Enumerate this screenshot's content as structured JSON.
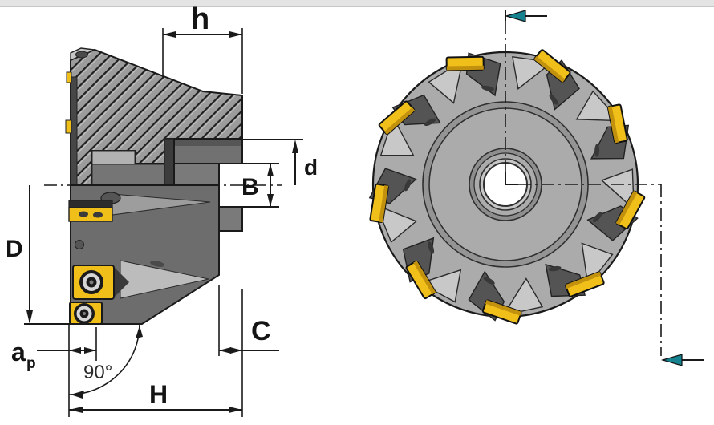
{
  "page": {
    "background": "#FFFFFF",
    "top_bar_color": "#E4E4E4"
  },
  "drawing": {
    "type": "technical-drawing",
    "subject": "90-degree square-shoulder face milling cutter, side section and front view",
    "views": {
      "side_section": {
        "hatched": true
      },
      "front": {
        "insert_count": 9
      }
    }
  },
  "dimensions": {
    "h": "h",
    "d": "d",
    "bore": "B",
    "diameter": "D",
    "c": "C",
    "height": "H",
    "ap_base": "a",
    "ap_sub": "p",
    "angle": "90°"
  },
  "colors": {
    "insert_yellow": "#F0BF1A",
    "insert_yellow_dark": "#C2920E",
    "body_gray": "#ABABAB",
    "hatch_gray": "#9C9C9C",
    "dark_body_gray": "#6D6D6D",
    "line_black": "#1A1A1A",
    "section_arrow_teal": "#17828F",
    "top_bar": "#E4E4E4"
  },
  "icons": {
    "section_arrow": "left-pointing filled section-view arrow",
    "dimension_arrow": "filled dimension arrowhead"
  }
}
